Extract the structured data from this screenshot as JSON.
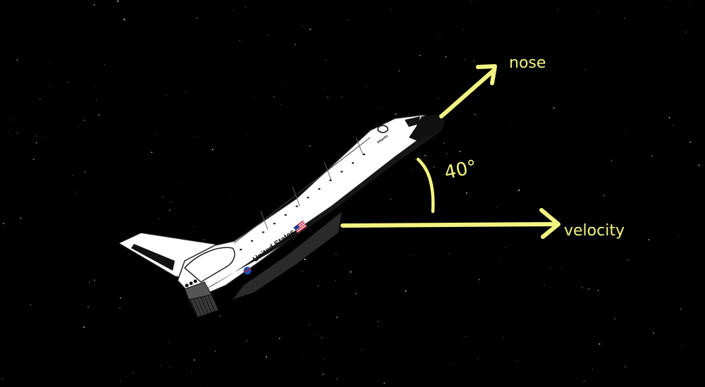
{
  "colors": {
    "background": "#000000",
    "annotation": "#f3f582",
    "shuttle_body": "#ffffff",
    "shuttle_dark": "#1c1c1c"
  },
  "annotations": {
    "nose_label": "nose",
    "velocity_label": "velocity",
    "angle_label": "40°"
  },
  "shuttle": {
    "name_text": "United States",
    "orbiter_name": "Atlantis"
  },
  "icons": {
    "flag": "us-flag-icon",
    "logo": "nasa-logo-icon"
  }
}
